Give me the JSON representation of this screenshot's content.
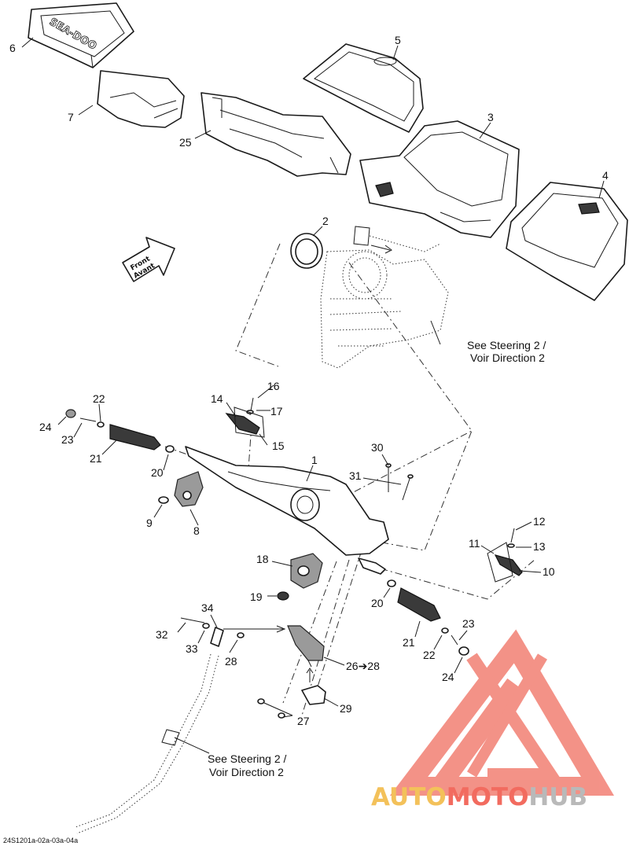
{
  "diagram": {
    "callouts": {
      "c1": "1",
      "c2": "2",
      "c3": "3",
      "c4": "4",
      "c5": "5",
      "c6": "6",
      "c7": "7",
      "c8": "8",
      "c9": "9",
      "c10": "10",
      "c11": "11",
      "c12": "12",
      "c13": "13",
      "c14": "14",
      "c15": "15",
      "c16": "16",
      "c17": "17",
      "c18": "18",
      "c19": "19",
      "c20a": "20",
      "c20b": "20",
      "c21a": "21",
      "c21b": "21",
      "c22a": "22",
      "c22b": "22",
      "c23a": "23",
      "c23b": "23",
      "c24a": "24",
      "c24b": "24",
      "c25": "25",
      "c26": "26➔28",
      "c27": "27",
      "c28": "28",
      "c29": "29",
      "c30": "30",
      "c31": "31",
      "c32": "32",
      "c33": "33",
      "c34": "34"
    },
    "front_arrow": {
      "line1": "Front",
      "line2": "Avant"
    },
    "cover_logo": "SEA-DOO",
    "note_top": {
      "line1": "See Steering 2 /",
      "line2": "Voir Direction 2"
    },
    "note_bottom": {
      "line1": "See Steering 2 /",
      "line2": "Voir Direction 2"
    },
    "drawing_code": "24S1201a-02a-03a-04a"
  },
  "watermark": {
    "brand_part1": "AUTO",
    "brand_part2": "MOTO",
    "brand_part3": "HUB",
    "colors": {
      "part1": "#f3c15a",
      "part2": "#f26b5f",
      "part3": "#b9b9b9",
      "triangle": "#f27f73"
    }
  }
}
